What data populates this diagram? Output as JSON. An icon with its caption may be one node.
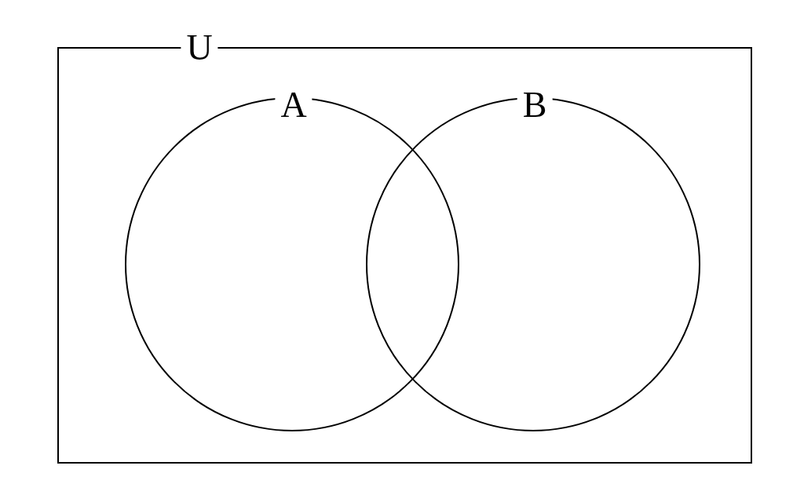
{
  "diagram": {
    "nodes": [
      {
        "text": [
          "U"
        ]
      },
      {
        "text": [
          "A"
        ],
        "in": 0
      },
      {
        "text": [
          "B"
        ],
        "in": 0
      }
    ],
    "edges": []
  }
}
